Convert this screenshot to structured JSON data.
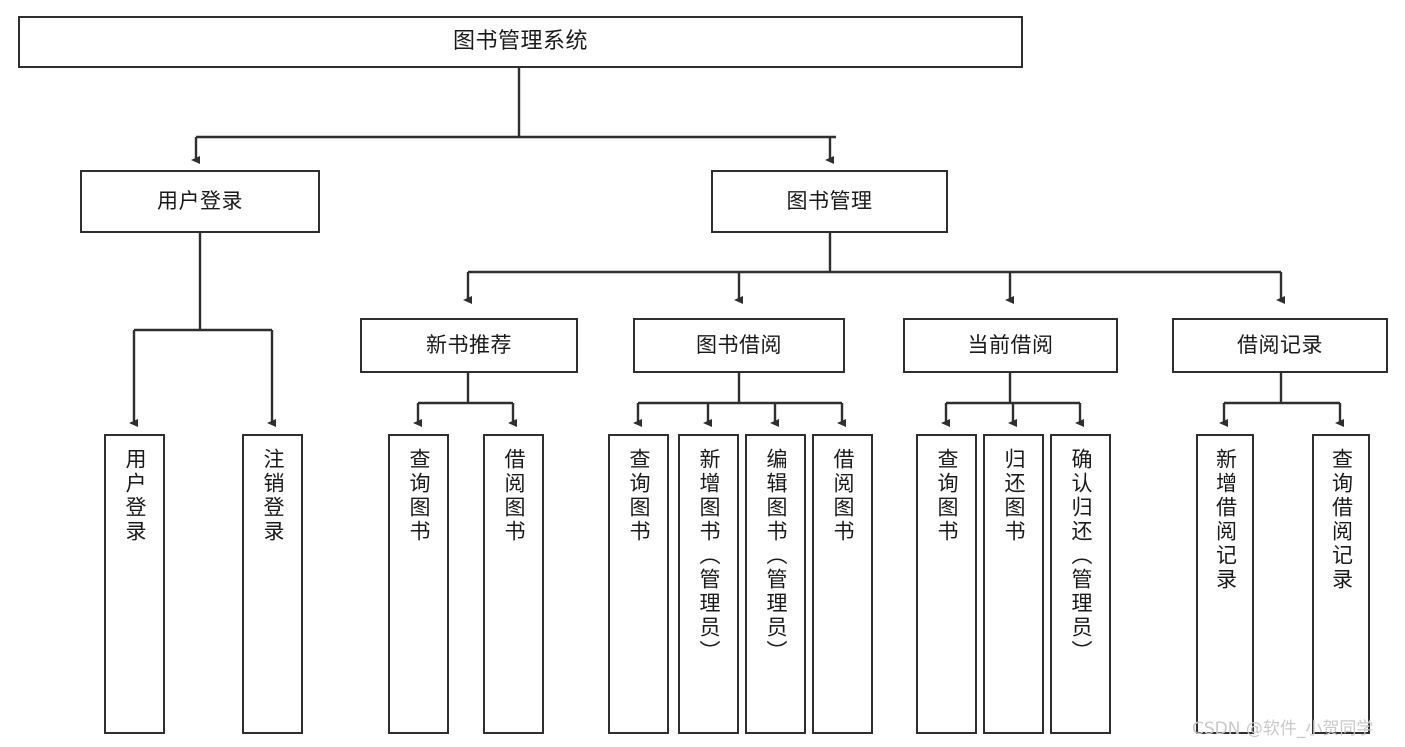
{
  "diagram": {
    "title": "图书管理系统",
    "type": "tree-hierarchy",
    "root": {
      "label": "图书管理系统"
    },
    "level1": [
      {
        "label": "用户登录"
      },
      {
        "label": "图书管理"
      }
    ],
    "level2": [
      {
        "label": "新书推荐"
      },
      {
        "label": "图书借阅"
      },
      {
        "label": "当前借阅"
      },
      {
        "label": "借阅记录"
      }
    ],
    "leaves": [
      {
        "label": "用户登录",
        "parent": "用户登录"
      },
      {
        "label": "注销登录",
        "parent": "用户登录"
      },
      {
        "label": "查询图书",
        "parent": "新书推荐"
      },
      {
        "label": "借阅图书",
        "parent": "新书推荐"
      },
      {
        "label": "查询图书",
        "parent": "图书借阅"
      },
      {
        "label": "新增图书（管理员）",
        "parent": "图书借阅"
      },
      {
        "label": "编辑图书（管理员）",
        "parent": "图书借阅"
      },
      {
        "label": "借阅图书",
        "parent": "图书借阅"
      },
      {
        "label": "查询图书",
        "parent": "当前借阅"
      },
      {
        "label": "归还图书",
        "parent": "当前借阅"
      },
      {
        "label": "确认归还（管理员）",
        "parent": "当前借阅"
      },
      {
        "label": "新增借阅记录",
        "parent": "借阅记录"
      },
      {
        "label": "查询借阅记录",
        "parent": "借阅记录"
      }
    ]
  },
  "watermark": {
    "text": "CSDN @软件_小贺同学"
  },
  "colors": {
    "stroke": "#2f2f2f",
    "background": "#ffffff",
    "text": "#1a1a1a",
    "watermark": "#c9c9c9"
  }
}
